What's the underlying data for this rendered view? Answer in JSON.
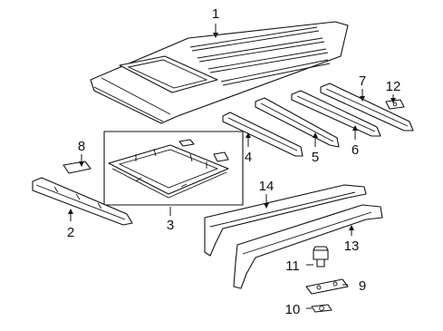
{
  "diagram": {
    "callouts": [
      {
        "id": "callout-1",
        "label": "1"
      },
      {
        "id": "callout-2",
        "label": "2"
      },
      {
        "id": "callout-3",
        "label": "3"
      },
      {
        "id": "callout-4",
        "label": "4"
      },
      {
        "id": "callout-5",
        "label": "5"
      },
      {
        "id": "callout-6",
        "label": "6"
      },
      {
        "id": "callout-7",
        "label": "7"
      },
      {
        "id": "callout-8",
        "label": "8"
      },
      {
        "id": "callout-9",
        "label": "9"
      },
      {
        "id": "callout-10",
        "label": "10"
      },
      {
        "id": "callout-11",
        "label": "11"
      },
      {
        "id": "callout-12",
        "label": "12"
      },
      {
        "id": "callout-13",
        "label": "13"
      },
      {
        "id": "callout-14",
        "label": "14"
      }
    ]
  }
}
